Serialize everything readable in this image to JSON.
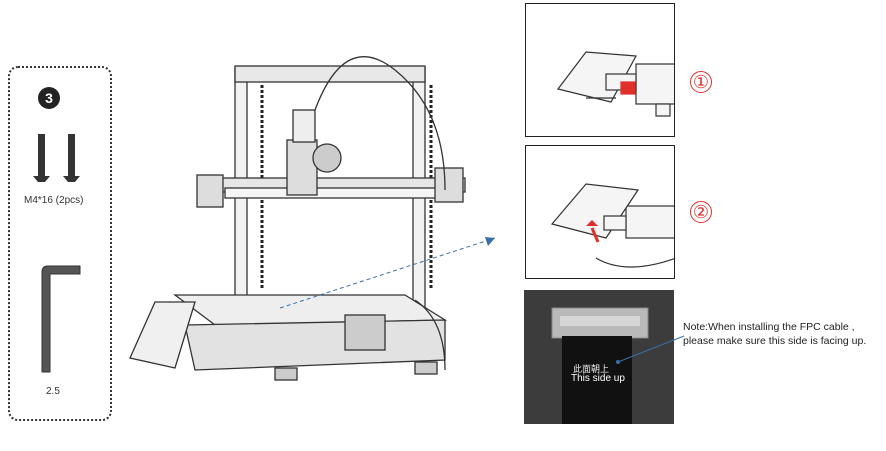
{
  "parts": {
    "step_number": "3",
    "screw_label": "M4*16 (2pcs)",
    "hex_key_label": "2.5"
  },
  "steps": {
    "step1_marker": "①",
    "step2_marker": "②"
  },
  "photo": {
    "stamp_cn": "此面朝上",
    "stamp_en": "This side up"
  },
  "note": {
    "line1": "Note:When installing the FPC cable ,",
    "line2": "please make sure this side is facing up."
  },
  "colors": {
    "accent_red": "#e0302b",
    "leader_blue": "#3b6fa8"
  }
}
